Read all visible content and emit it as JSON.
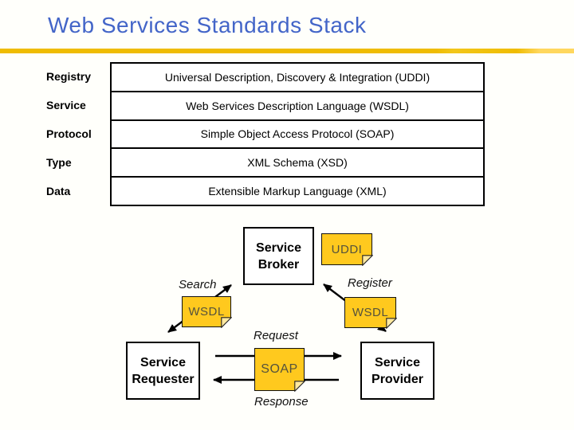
{
  "slide": {
    "title": "Web Services Standards Stack"
  },
  "colors": {
    "title_blue": "#4365C8",
    "divider_gold": "#EFBC02",
    "divider_gold_light": "#FFD75E",
    "note_gold": "#FFC91E",
    "note_fold": "#FFE9A0",
    "box_border": "#000000",
    "background": "#FFFFFB"
  },
  "stack_table": {
    "rows": [
      {
        "label": "Registry",
        "value": "Universal Description, Discovery & Integration (UDDI)"
      },
      {
        "label": "Service",
        "value": "Web Services Description Language (WSDL)"
      },
      {
        "label": "Protocol",
        "value": "Simple Object Access Protocol (SOAP)"
      },
      {
        "label": "Type",
        "value": "XML Schema (XSD)"
      },
      {
        "label": "Data",
        "value": "Extensible Markup Language (XML)"
      }
    ]
  },
  "diagram": {
    "broker_box": "Service Broker",
    "requester_box": "Service Requester",
    "provider_box": "Service Provider",
    "uddi_note": "UDDI",
    "wsdl_left_note": "WSDL",
    "wsdl_right_note": "WSDL",
    "soap_note": "SOAP",
    "search_label": "Search",
    "register_label": "Register",
    "request_label": "Request",
    "response_label": "Response"
  }
}
